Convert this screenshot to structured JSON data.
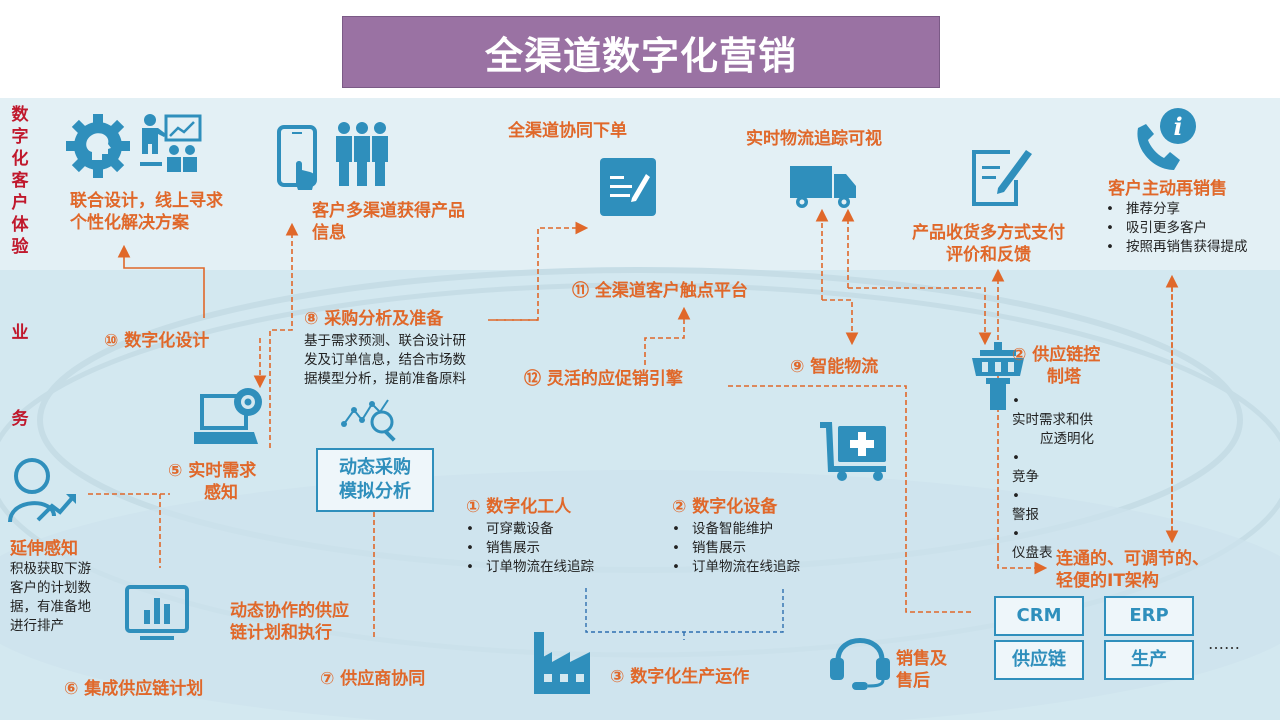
{
  "title": "全渠道数字化营销",
  "side_labels": {
    "experience": "数字化客户体验",
    "business_1": "业",
    "business_2": "务"
  },
  "top_row": {
    "joint_design": [
      "联合设计，线上寻求",
      "个性化解决方案"
    ],
    "multichannel_info": [
      "客户多渠道获得产品",
      "信息"
    ],
    "omni_order": "全渠道协同下单",
    "realtime_tracking": "实时物流追踪可视",
    "receipt_payment": [
      "产品收货多方式支付",
      "评价和反馈"
    ],
    "resale": {
      "title": "客户主动再销售",
      "bullets": [
        "推荐分享",
        "吸引更多客户",
        "按照再销售获得提成"
      ]
    }
  },
  "nodes": {
    "n11": "⑪  全渠道客户触点平台",
    "n10": "⑩  数字化设计",
    "n8": {
      "title": "⑧  采购分析及准备",
      "desc": [
        "基于需求预测、联合设计研",
        "发及订单信息，结合市场数",
        "据模型分析，提前准备原料"
      ]
    },
    "n12": "⑫  灵活的应促销引擎",
    "n9": "⑨  智能物流",
    "n2_head": "②  供应链控",
    "n2_head_2": "制塔",
    "n2_bullets": [
      "实时需求和供",
      "应透明化",
      "竞争",
      "警报",
      "仪盘表"
    ],
    "n5": [
      "⑤  实时需求",
      "感知"
    ],
    "dyn_purchase": [
      "动态采购",
      "模拟分析"
    ],
    "n1": {
      "title": "①  数字化工人",
      "bullets": [
        "可穿戴设备",
        "销售展示",
        "订单物流在线追踪"
      ]
    },
    "n2b": {
      "title": "②  数字化设备",
      "bullets": [
        "设备智能维护",
        "销售展示",
        "订单物流在线追踪"
      ]
    },
    "it_arch": [
      "连通的、可调节的、",
      "轻便的IT架构"
    ],
    "extend": {
      "title": "延伸感知",
      "desc": [
        "积极获取下游",
        "客户的计划数",
        "据，有准备地",
        "进行排产"
      ]
    },
    "dyn_collab": [
      "动态协作的供应",
      "链计划和执行"
    ],
    "n6": "⑥  集成供应链计划",
    "n7": "⑦  供应商协同",
    "n3": "③  数字化生产运作",
    "sales_after": [
      "销售及",
      "售后"
    ]
  },
  "it_boxes": [
    "CRM",
    "ERP",
    "供应链",
    "生产"
  ],
  "ellipsis": "……",
  "colors": {
    "title_bg": "#9a72a3",
    "accent_orange": "#e0682a",
    "side_red": "#c0182c",
    "icon_blue": "#2f8fbc",
    "band_top": "#e3f0f5",
    "band_main": "#d3e8f0"
  },
  "icons": [
    "gear-head-icon",
    "presentation-icon",
    "tablet-touch-icon",
    "team-icon",
    "edit-note-icon",
    "delivery-truck-icon",
    "form-edit-icon",
    "phone-info-icon",
    "control-tower-icon",
    "laptop-webcam-icon",
    "analytics-search-icon",
    "shopping-cart-plus-icon",
    "person-growth-icon",
    "bar-chart-monitor-icon",
    "factory-icon",
    "headset-icon"
  ]
}
